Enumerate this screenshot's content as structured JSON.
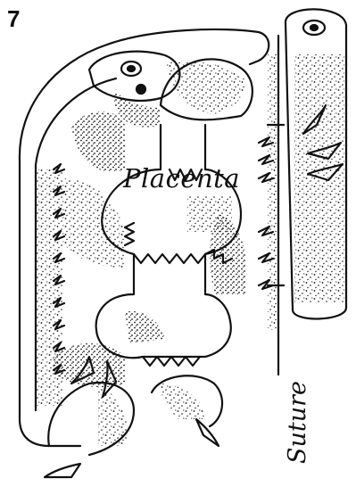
{
  "figure": {
    "number": "7",
    "labels": {
      "placenta": "Placenta",
      "suture": "Suture"
    }
  }
}
